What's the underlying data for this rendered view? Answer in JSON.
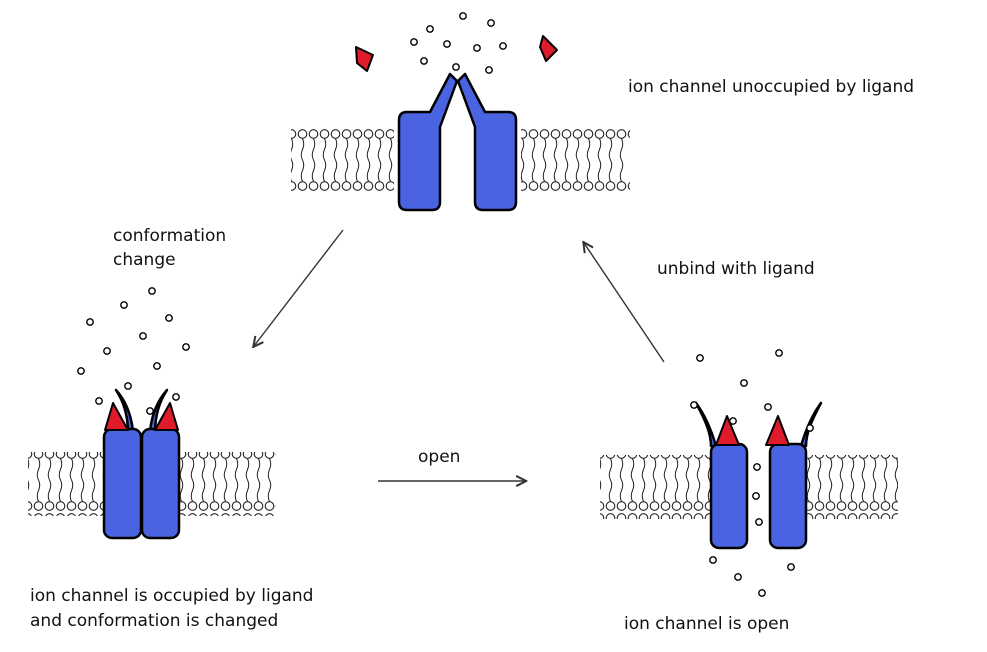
{
  "diagram": {
    "colors": {
      "channel_blue": "#4a63e0",
      "ligand_red": "#e01b2c",
      "outline": "#000000",
      "background": "#ffffff",
      "text": "#111111"
    },
    "states": [
      {
        "id": "unoccupied",
        "label": "ion channel unoccupied by ligand"
      },
      {
        "id": "occupied",
        "label_line1": "ion channel is occupied by ligand",
        "label_line2": "and conformation is changed"
      },
      {
        "id": "open",
        "label": "ion channel is open"
      }
    ],
    "transitions": [
      {
        "id": "conformation-change",
        "from": "unoccupied",
        "to": "occupied",
        "label_line1": "conformation",
        "label_line2": "change"
      },
      {
        "id": "open",
        "from": "occupied",
        "to": "open",
        "label": "open"
      },
      {
        "id": "unbind",
        "from": "open",
        "to": "unoccupied",
        "label": "unbind with ligand"
      }
    ]
  }
}
